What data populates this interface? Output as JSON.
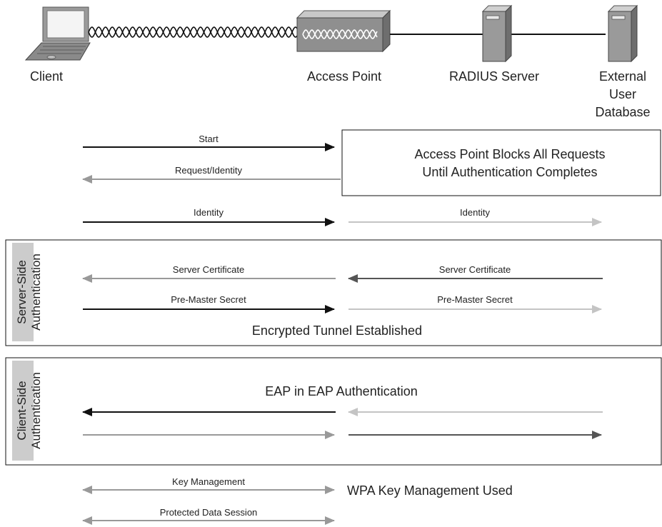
{
  "devices": {
    "client": "Client",
    "access_point": "Access Point",
    "radius_server": "RADIUS Server",
    "external_db": [
      "External",
      "User",
      "Database"
    ]
  },
  "notes": {
    "ap_blocks": [
      "Access Point Blocks All Requests",
      "Until Authentication Completes"
    ],
    "encrypted_tunnel": "Encrypted Tunnel Established",
    "eap_in_eap": "EAP in EAP Authentication",
    "wpa_key_mgmt": "WPA Key Management Used"
  },
  "sections": {
    "server_side": [
      "Server-Side",
      "Authentication"
    ],
    "client_side": [
      "Client-Side",
      "Authentication"
    ]
  },
  "messages": {
    "start": "Start",
    "request_identity": "Request/Identity",
    "identity_left": "Identity",
    "identity_right": "Identity",
    "server_cert_left": "Server Certificate",
    "server_cert_right": "Server Certificate",
    "pre_master_left": "Pre-Master Secret",
    "pre_master_right": "Pre-Master Secret",
    "key_management": "Key Management",
    "protected_data": "Protected Data Session"
  },
  "colors": {
    "black": "#111111",
    "dark_gray": "#555555",
    "mid_gray": "#999999",
    "light_gray": "#c4c4c4",
    "device_gray": "#8a8a8a"
  }
}
